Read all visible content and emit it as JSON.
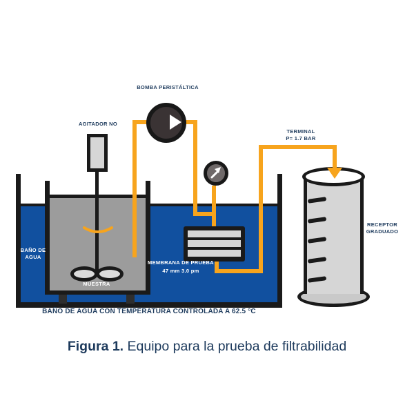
{
  "figure": {
    "labels": {
      "pump": "BOMBA PERISTÁLTICA",
      "stirrer": "AGITADOR NO",
      "terminal": {
        "line1": "TERMINAL",
        "line2": "P= 1.7 BAR"
      },
      "receiver": {
        "line1": "RECEPTOR",
        "line2": "GRADUADO"
      },
      "water_bath": {
        "line1": "BAÑO DE",
        "line2": "AGUA"
      },
      "sample": "MUESTRA",
      "membrane": {
        "line1": "MEMBRANA DE PRUEBA",
        "line2": "47 mm 3.0 pm"
      },
      "bath_caption": "BAÑO DE AGUA CON TEMPERATURA CONTROLADA A 62.5 °C"
    },
    "caption": {
      "bold": "Figura 1.",
      "rest": " Equipo para la prueba de filtrabilidad"
    },
    "colors": {
      "navy_text": "#1E3B5D",
      "tube_orange": "#F7A41D",
      "water_blue": "#11509F",
      "sample_gray": "#9C9C9C",
      "equipment_gray": "#D6D6D6",
      "outline_black": "#1A1A1A",
      "pump_dark": "#3A3334",
      "label_white": "#FFFFFF"
    }
  }
}
